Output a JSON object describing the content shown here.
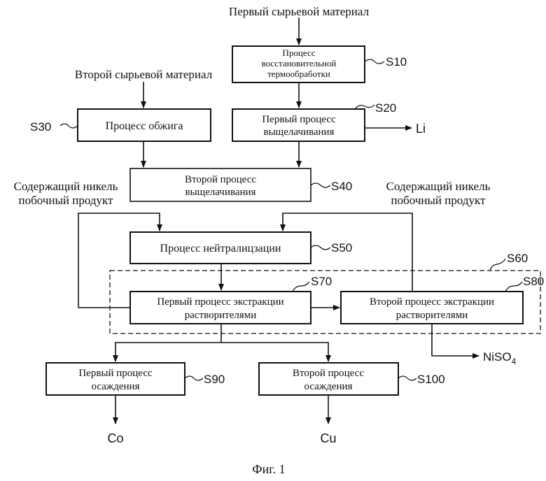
{
  "inputs": {
    "first_raw": "Первый сырьевой материал",
    "second_raw": "Второй сырьевой материал",
    "byproduct_left_1": "Содержащий никель",
    "byproduct_left_2": "побочный продукт",
    "byproduct_right_1": "Содержащий никель",
    "byproduct_right_2": "побочный продукт"
  },
  "steps": {
    "s10": {
      "label": "S10",
      "line1": "Процесс",
      "line2": "восстановительной",
      "line3": "термообработки"
    },
    "s20": {
      "label": "S20",
      "line1": "Первый процесс",
      "line2": "выщелачивания"
    },
    "s30": {
      "label": "S30",
      "line1": "Процесс обжига"
    },
    "s40": {
      "label": "S40",
      "line1": "Второй процесс",
      "line2": "выщелачивания"
    },
    "s50": {
      "label": "S50",
      "line1": "Процесс нейтралицзации"
    },
    "s60": {
      "label": "S60"
    },
    "s70": {
      "label": "S70",
      "line1": "Первый процесс экстракции",
      "line2": "растворителями"
    },
    "s80": {
      "label": "S80",
      "line1": "Второй процесс экстракции",
      "line2": "растворителями"
    },
    "s90": {
      "label": "S90",
      "line1": "Первый процесс",
      "line2": "осаждения"
    },
    "s100": {
      "label": "S100",
      "line1": "Второй процесс",
      "line2": "осаждения"
    }
  },
  "outputs": {
    "li": "Li",
    "niso4_base": "NiSO",
    "niso4_sub": "4",
    "co": "Co",
    "cu": "Cu"
  },
  "caption": "Фиг. 1"
}
